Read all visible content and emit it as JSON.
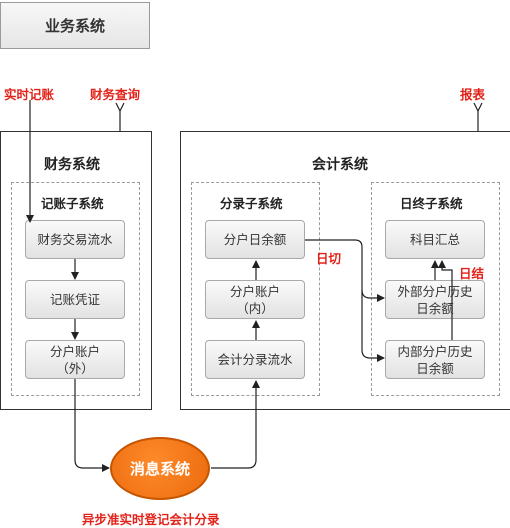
{
  "business_system": "业务系统",
  "labels": {
    "realtime_post": "实时记账",
    "finance_query": "财务查询",
    "report": "报表",
    "day_cut": "日切",
    "day_close": "日结",
    "async_note": "异步准实时登记会计分录"
  },
  "finance": {
    "title": "财务系统",
    "subsystem": "记账子系统",
    "nodes": [
      "财务交易流水",
      "记账凭证",
      "分户账户\n（外）"
    ]
  },
  "accounting": {
    "title": "会计系统",
    "entry_subsystem": {
      "title": "分录子系统",
      "nodes": [
        "分户日余额",
        "分户账户\n（内）",
        "会计分录流水"
      ]
    },
    "eod_subsystem": {
      "title": "日终子系统",
      "nodes": [
        "科目汇总",
        "外部分户历史\n日余额",
        "内部分户历史\n日余额"
      ]
    }
  },
  "message_system": "消息系统"
}
